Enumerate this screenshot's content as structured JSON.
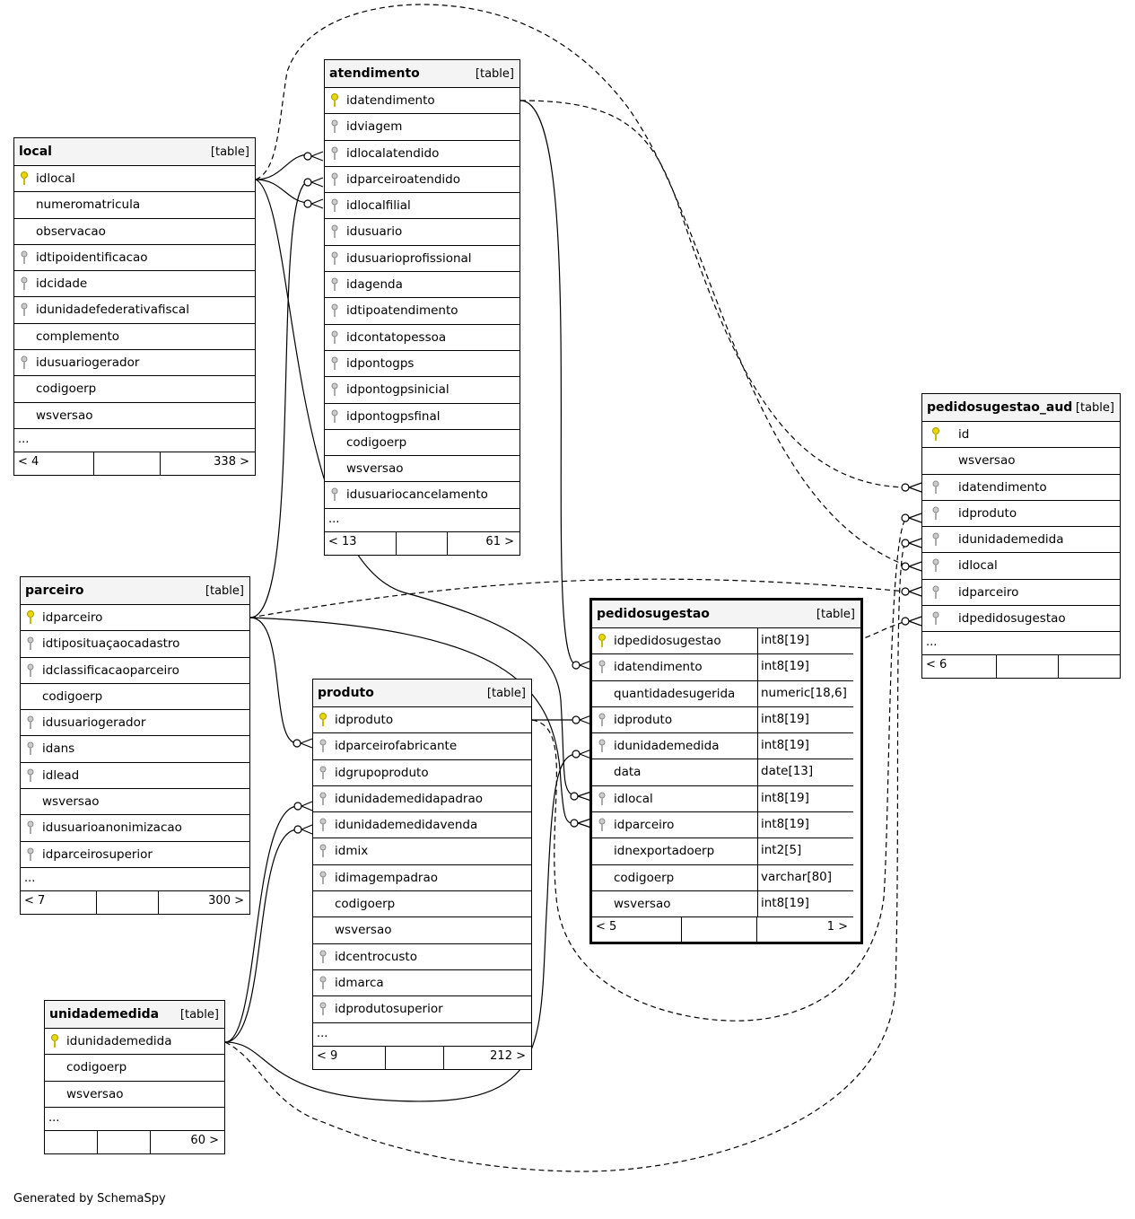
{
  "generator": "Generated by SchemaSpy",
  "tables": {
    "atendimento": {
      "name": "atendimento",
      "kind": "[table]",
      "columns": [
        "idatendimento",
        "idviagem",
        "idlocalatendido",
        "idparceiroatendido",
        "idlocalfilial",
        "idusuario",
        "idusuarioprofissional",
        "idagenda",
        "idtipoatendimento",
        "idcontatopessoa",
        "idpontogps",
        "idpontogpsinicial",
        "idpontogpsfinal",
        "codigoerp",
        "wsversao",
        "idusuariocancelamento"
      ],
      "ellipsis": "...",
      "parents": "< 13",
      "children": "61 >"
    },
    "local": {
      "name": "local",
      "kind": "[table]",
      "columns": [
        "idlocal",
        "numeromatricula",
        "observacao",
        "idtipoidentificacao",
        "idcidade",
        "idunidadefederativafiscal",
        "complemento",
        "idusuariogerador",
        "codigoerp",
        "wsversao"
      ],
      "ellipsis": "...",
      "parents": "< 4",
      "children": "338 >"
    },
    "parceiro": {
      "name": "parceiro",
      "kind": "[table]",
      "columns": [
        "idparceiro",
        "idtiposituaçaocadastro",
        "idclassificacaoparceiro",
        "codigoerp",
        "idusuariogerador",
        "idans",
        "idlead",
        "wsversao",
        "idusuarioanonimizacao",
        "idparceirosuperior"
      ],
      "ellipsis": "...",
      "parents": "< 7",
      "children": "300 >"
    },
    "produto": {
      "name": "produto",
      "kind": "[table]",
      "columns": [
        "idproduto",
        "idparceirofabricante",
        "idgrupoproduto",
        "idunidademedidapadrao",
        "idunidademedidavenda",
        "idmix",
        "idimagempadrao",
        "codigoerp",
        "wsversao",
        "idcentrocusto",
        "idmarca",
        "idprodutosuperior"
      ],
      "ellipsis": "...",
      "parents": "< 9",
      "children": "212 >"
    },
    "unidademedida": {
      "name": "unidademedida",
      "kind": "[table]",
      "columns": [
        "idunidademedida",
        "codigoerp",
        "wsversao"
      ],
      "ellipsis": "...",
      "parents": "",
      "children": "60 >"
    },
    "pedidosugestao": {
      "name": "pedidosugestao",
      "kind": "[table]",
      "columns": [
        "idpedidosugestao",
        "idatendimento",
        "quantidadesugerida",
        "idproduto",
        "idunidademedida",
        "data",
        "idlocal",
        "idparceiro",
        "idnexportadoerp",
        "codigoerp",
        "wsversao"
      ],
      "types": [
        "int8[19]",
        "int8[19]",
        "numeric[18,6]",
        "int8[19]",
        "int8[19]",
        "date[13]",
        "int8[19]",
        "int8[19]",
        "int2[5]",
        "varchar[80]",
        "int8[19]"
      ],
      "parents": "< 5",
      "children": "1 >"
    },
    "pedidosugestao_aud": {
      "name": "pedidosugestao_aud",
      "kind": "[table]",
      "columns": [
        "id",
        "wsversao",
        "idatendimento",
        "idproduto",
        "idunidademedida",
        "idlocal",
        "idparceiro",
        "idpedidosugestao"
      ],
      "ellipsis": "...",
      "parents": "< 6",
      "children": ""
    }
  }
}
